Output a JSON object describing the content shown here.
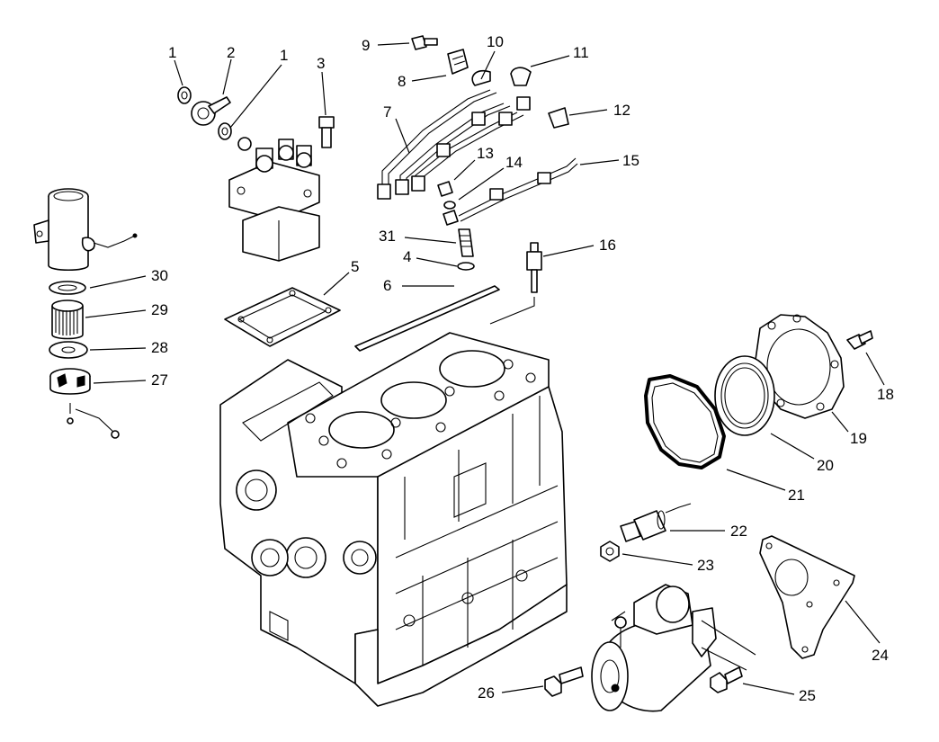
{
  "labels": {
    "l1a": "1",
    "l1b": "1",
    "l2": "2",
    "l3": "3",
    "l4": "4",
    "l5": "5",
    "l6": "6",
    "l7": "7",
    "l8": "8",
    "l9": "9",
    "l10": "10",
    "l11": "11",
    "l12": "12",
    "l13": "13",
    "l14": "14",
    "l15": "15",
    "l16": "16",
    "l18": "18",
    "l19": "19",
    "l20": "20",
    "l21": "21",
    "l22": "22",
    "l23": "23",
    "l24": "24",
    "l25": "25",
    "l26": "26",
    "l27": "27",
    "l28": "28",
    "l29": "29",
    "l30": "30",
    "l31": "31"
  }
}
